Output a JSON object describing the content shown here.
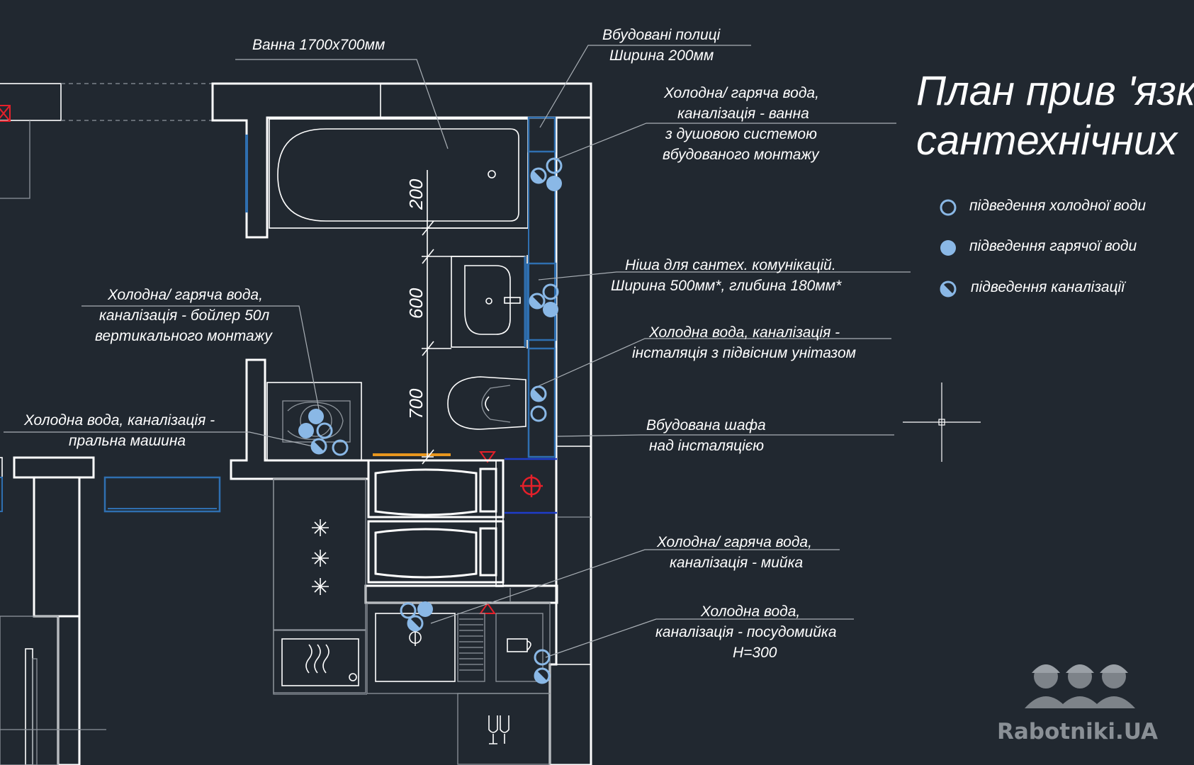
{
  "title": {
    "line1": "План прив 'язки",
    "line2": "сантехнічних"
  },
  "legend": {
    "cold": "підведення холодної води",
    "hot": "підведення гарячої води",
    "drain": "підведення каналізації"
  },
  "labels": {
    "bath": "Ванна 1700х700мм",
    "shelves": [
      "Вбудовані полиці",
      "Ширина 200мм"
    ],
    "bath_supply": [
      "Холодна/ гаряча вода,",
      "каналізація - ванна",
      "з душовою системою",
      "вбудованого монтажу"
    ],
    "niche": [
      "Ніша для сантех. комунікацій.",
      "Ширина 500мм*, глибина 180мм*"
    ],
    "boiler": [
      "Холодна/ гаряча вода,",
      "каналізація - бойлер 50л",
      "вертикального монтажу"
    ],
    "toilet": [
      "Холодна вода, каналізація -",
      "інсталяція з підвісним унітазом"
    ],
    "washer": [
      "Холодна вода, каналізація -",
      "пральна машина"
    ],
    "cabinet": [
      "Вбудована шафа",
      "над інсталяцією"
    ],
    "sink": [
      "Холодна/ гаряча вода,",
      "каналізація - мийка"
    ],
    "dishwasher": [
      "Холодна вода,",
      "каналізація - посудомийка",
      "Н=300"
    ]
  },
  "dimensions": [
    "200",
    "600",
    "700"
  ],
  "watermark": "Rabotniki.UA",
  "colors": {
    "background": "#212830",
    "line": "#ffffff",
    "cold": "#8ab8e6",
    "hot": "#8ab8e6",
    "accent_red": "#e5202a",
    "accent_orange": "#e8961e",
    "accent_blue": "#1f3cc8"
  }
}
